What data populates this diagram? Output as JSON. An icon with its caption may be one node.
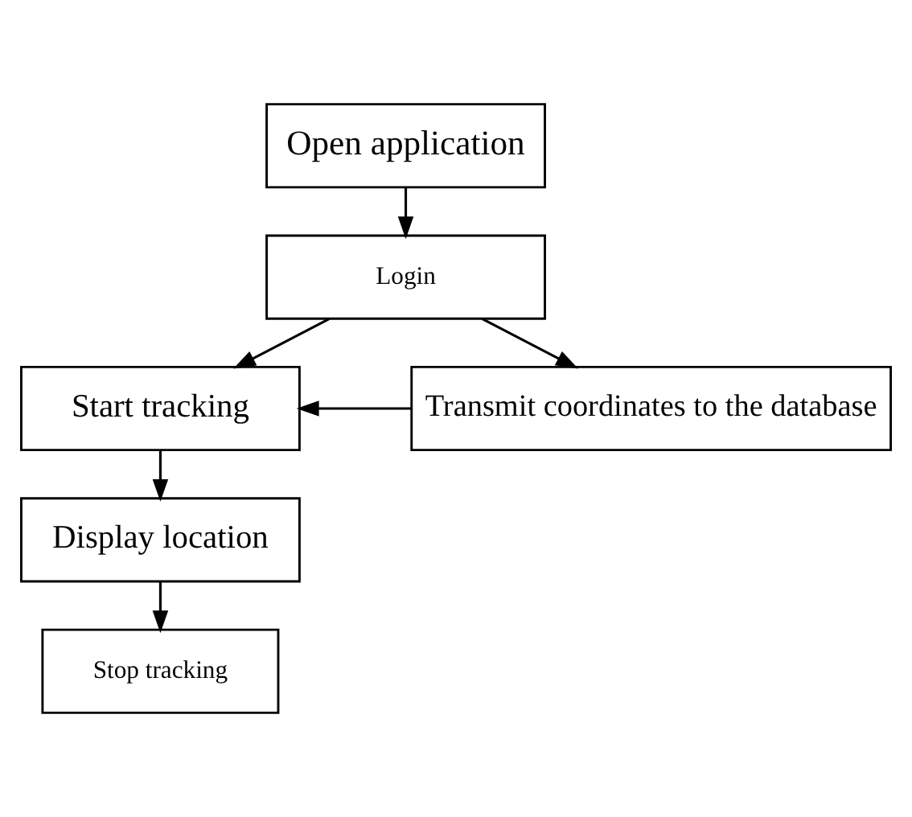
{
  "diagram": {
    "nodes": [
      {
        "text": [
          "Open application"
        ]
      },
      {
        "text": [
          "Login"
        ]
      },
      {
        "text": [
          "Start tracking"
        ]
      },
      {
        "text": [
          "Transmit coordinates to the database"
        ]
      },
      {
        "text": [
          "Display location"
        ]
      },
      {
        "text": [
          "Stop tracking"
        ]
      }
    ],
    "edges": [
      {
        "from": 0,
        "to": 1,
        "arrow": "to"
      },
      {
        "from": 1,
        "to": 2,
        "arrow": "to"
      },
      {
        "from": 1,
        "to": 3,
        "arrow": "to"
      },
      {
        "from": 3,
        "to": 2,
        "arrow": "to"
      },
      {
        "from": 2,
        "to": 4,
        "arrow": "to"
      },
      {
        "from": 4,
        "to": 5,
        "arrow": "to"
      }
    ]
  }
}
